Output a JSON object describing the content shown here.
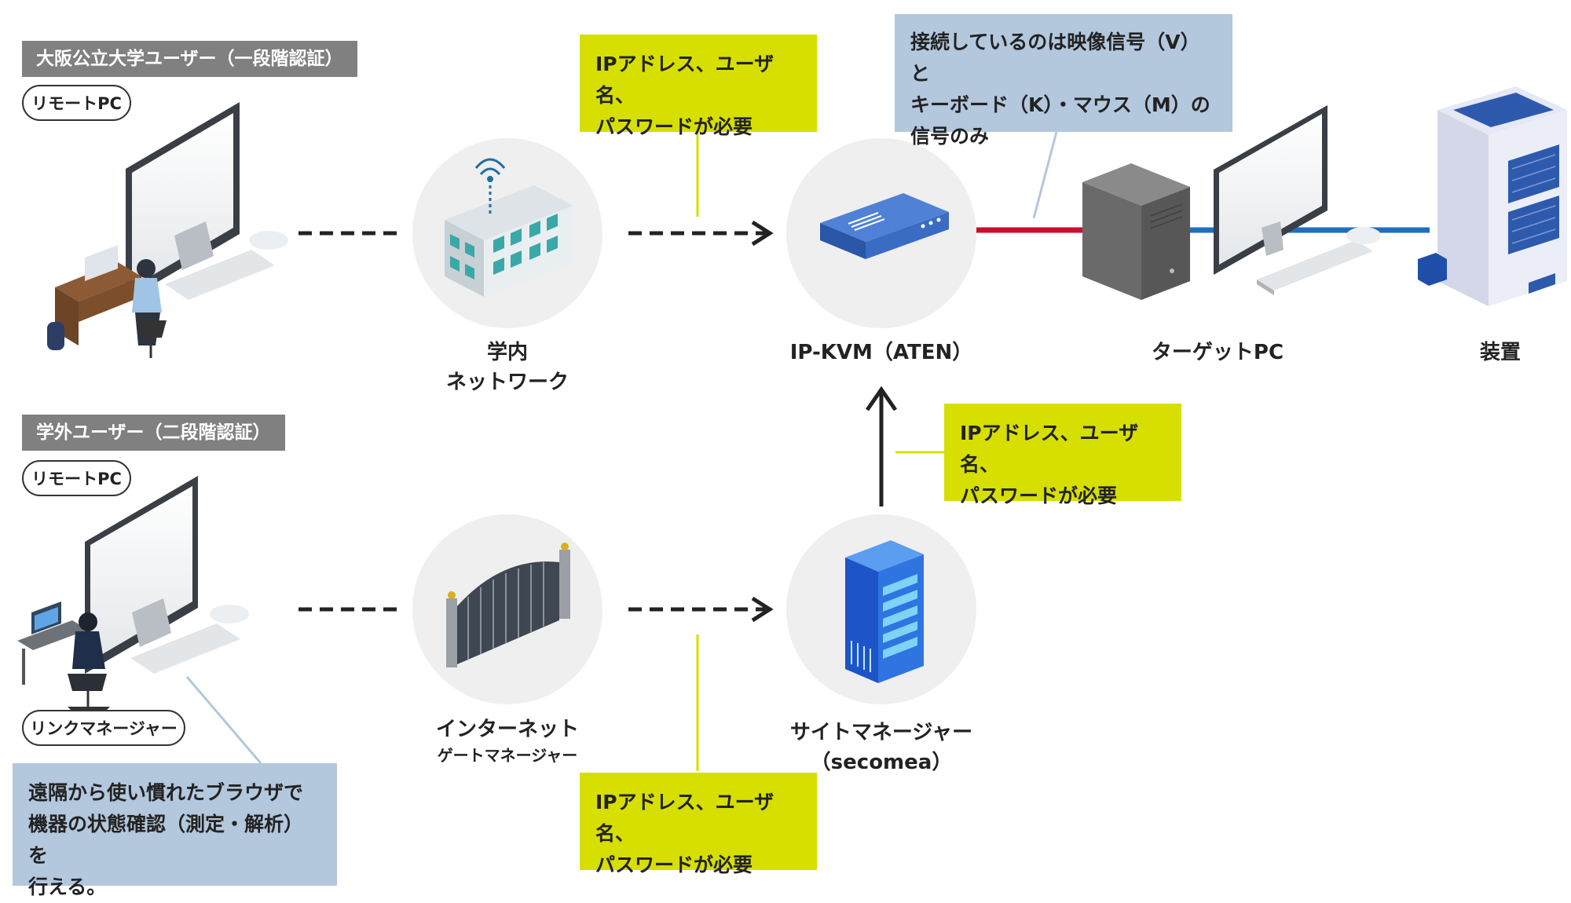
{
  "users": {
    "osaka": {
      "tag": "大阪公立大学ユーザー（一段階認証）",
      "pill": "リモートPC"
    },
    "external": {
      "tag": "学外ユーザー（二段階認証）",
      "pill": "リモートPC",
      "pill2": "リンクマネージャー"
    }
  },
  "nodes": {
    "campus_network": {
      "line1": "学内",
      "line2": "ネットワーク"
    },
    "ipkvm": {
      "line1": "IP-KVM（ATEN）"
    },
    "target_pc": {
      "line1": "ターゲットPC"
    },
    "device": {
      "line1": "装置"
    },
    "internet_gate": {
      "line1": "インターネット",
      "line2": "ゲートマネージャー"
    },
    "site_manager": {
      "line1": "サイトマネージャー",
      "line2": "（secomea）"
    }
  },
  "notes": {
    "auth_top": {
      "line1": "IPアドレス、ユーザ名、",
      "line2": "パスワードが必要"
    },
    "auth_mid": {
      "line1": "IPアドレス、ユーザ名、",
      "line2": "パスワードが必要"
    },
    "auth_bottom": {
      "line1": "IPアドレス、ユーザ名、",
      "line2": "パスワードが必要"
    },
    "signals": {
      "line1": "接続しているのは映像信号（V）と",
      "line2": "キーボード（K）・マウス（M）の",
      "line3": "信号のみ"
    },
    "remote": {
      "line1": "遠隔から使い慣れたブラウザで",
      "line2": "機器の状態確認（測定・解析）を",
      "line3": "行える。"
    }
  },
  "colors": {
    "tag_gray": "#808080",
    "note_yellow": "#d6df00",
    "note_blue": "#b3c7dd",
    "kvm_link_red": "#c8102e",
    "device_link_blue": "#1f6fc0",
    "circle_bg": "#efefef"
  }
}
